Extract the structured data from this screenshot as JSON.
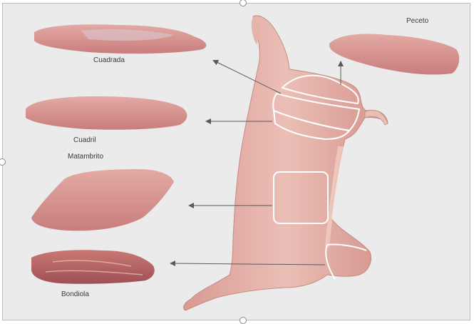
{
  "labels": {
    "cuadrada": "Cuadrada",
    "peceto": "Peceto",
    "cuadril": "Cuadril",
    "matambrito": "Matambrito",
    "bondiola": "Bondiola"
  },
  "colors": {
    "background": "#ebebeb",
    "meat_light": "#e8b8b0",
    "meat_mid": "#d8958e",
    "meat_dark": "#b9656a",
    "outline_white": "#ffffff",
    "arrow": "#5a5a5a"
  }
}
